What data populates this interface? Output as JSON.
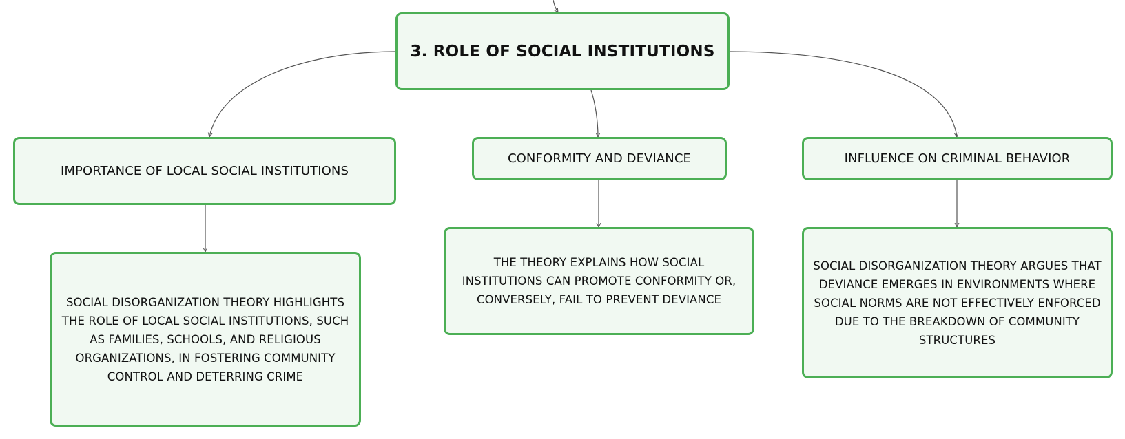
{
  "root": {
    "label": "3. ROLE OF SOCIAL INSTITUTIONS"
  },
  "topics": [
    {
      "label": "IMPORTANCE OF LOCAL SOCIAL INSTITUTIONS",
      "detail": "SOCIAL DISORGANIZATION THEORY HIGHLIGHTS THE ROLE OF LOCAL SOCIAL INSTITUTIONS, SUCH AS FAMILIES, SCHOOLS, AND RELIGIOUS ORGANIZATIONS, IN FOSTERING COMMUNITY CONTROL AND DETERRING CRIME"
    },
    {
      "label": "CONFORMITY AND DEVIANCE",
      "detail": "THE THEORY EXPLAINS HOW SOCIAL INSTITUTIONS CAN PROMOTE CONFORMITY OR, CONVERSELY, FAIL TO PREVENT DEVIANCE"
    },
    {
      "label": "INFLUENCE ON CRIMINAL BEHAVIOR",
      "detail": "SOCIAL DISORGANIZATION THEORY ARGUES THAT DEVIANCE EMERGES IN ENVIRONMENTS WHERE SOCIAL NORMS ARE NOT EFFECTIVELY ENFORCED DUE TO THE BREAKDOWN OF COMMUNITY STRUCTURES"
    }
  ],
  "colors": {
    "node_border": "#4caf55",
    "node_fill": "#f1f9f2",
    "connector": "#555555",
    "text": "#111111"
  }
}
